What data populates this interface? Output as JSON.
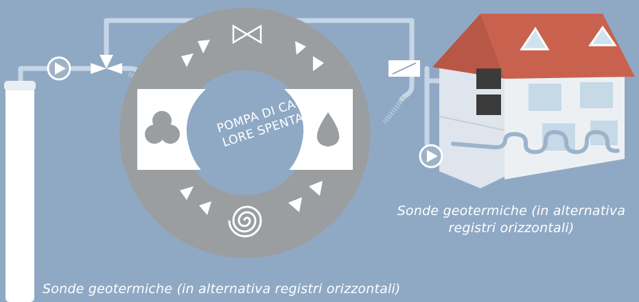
{
  "diagram": {
    "center_label_line1": "POMPA DI CA-",
    "center_label_line2": "LORE SPENTA",
    "house_caption_line1": "Sonde geotermiche (in alternativa",
    "house_caption_line2": "registri orizzontali)",
    "bottom_caption": "Sonde geotermiche (in alternativa registri orizzontali)"
  },
  "icons": {
    "left_panel": "three-circles-icon",
    "right_panel": "water-drop-icon",
    "top": "expansion-valve-icon",
    "bottom": "spiral-compressor-icon",
    "pump_left": "circulation-pump-icon",
    "pump_right": "circulation-pump-icon",
    "valve": "three-way-valve-icon",
    "heat_exchanger": "heat-exchanger-icon"
  },
  "colors": {
    "background": "#8fa9c5",
    "pipe": "#c7d6e6",
    "ring": "#9b9ea1",
    "white": "#ffffff",
    "roof": "#c8624e",
    "house_wall": "#edf0f3",
    "radiator": "#3b3b3b"
  }
}
